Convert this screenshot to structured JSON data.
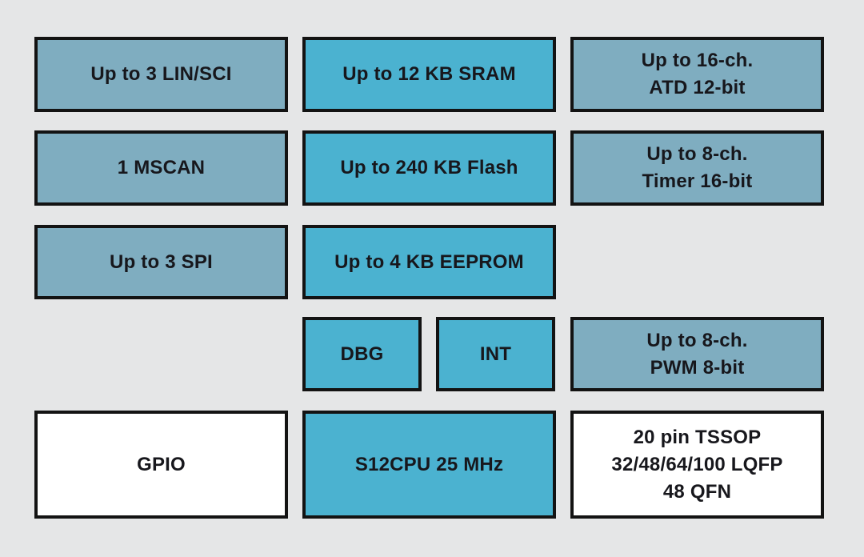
{
  "colors": {
    "background": "#e5e6e7",
    "block_border": "#131313",
    "label_text": "#17171c",
    "peripheral_fill": "#7fadc0",
    "core_fill": "#4bb2d0",
    "io_fill": "#ffffff"
  },
  "blocks": {
    "lin_sci": {
      "label": "Up to 3 LIN/SCI"
    },
    "sram": {
      "label": "Up to 12 KB SRAM"
    },
    "atd": {
      "line1": "Up to 16-ch.",
      "line2": "ATD 12-bit"
    },
    "mscan": {
      "label": "1 MSCAN"
    },
    "flash": {
      "label": "Up to 240 KB Flash"
    },
    "timer": {
      "line1": "Up to 8-ch.",
      "line2": "Timer 16-bit"
    },
    "spi": {
      "label": "Up to 3 SPI"
    },
    "eeprom": {
      "label": "Up to 4 KB EEPROM"
    },
    "dbg": {
      "label": "DBG"
    },
    "int": {
      "label": "INT"
    },
    "pwm": {
      "line1": "Up to 8-ch.",
      "line2": "PWM 8-bit"
    },
    "gpio": {
      "label": "GPIO"
    },
    "cpu": {
      "label": "S12CPU 25 MHz"
    },
    "package": {
      "line1": "20 pin TSSOP",
      "line2": "32/48/64/100 LQFP",
      "line3": "48 QFN"
    }
  }
}
